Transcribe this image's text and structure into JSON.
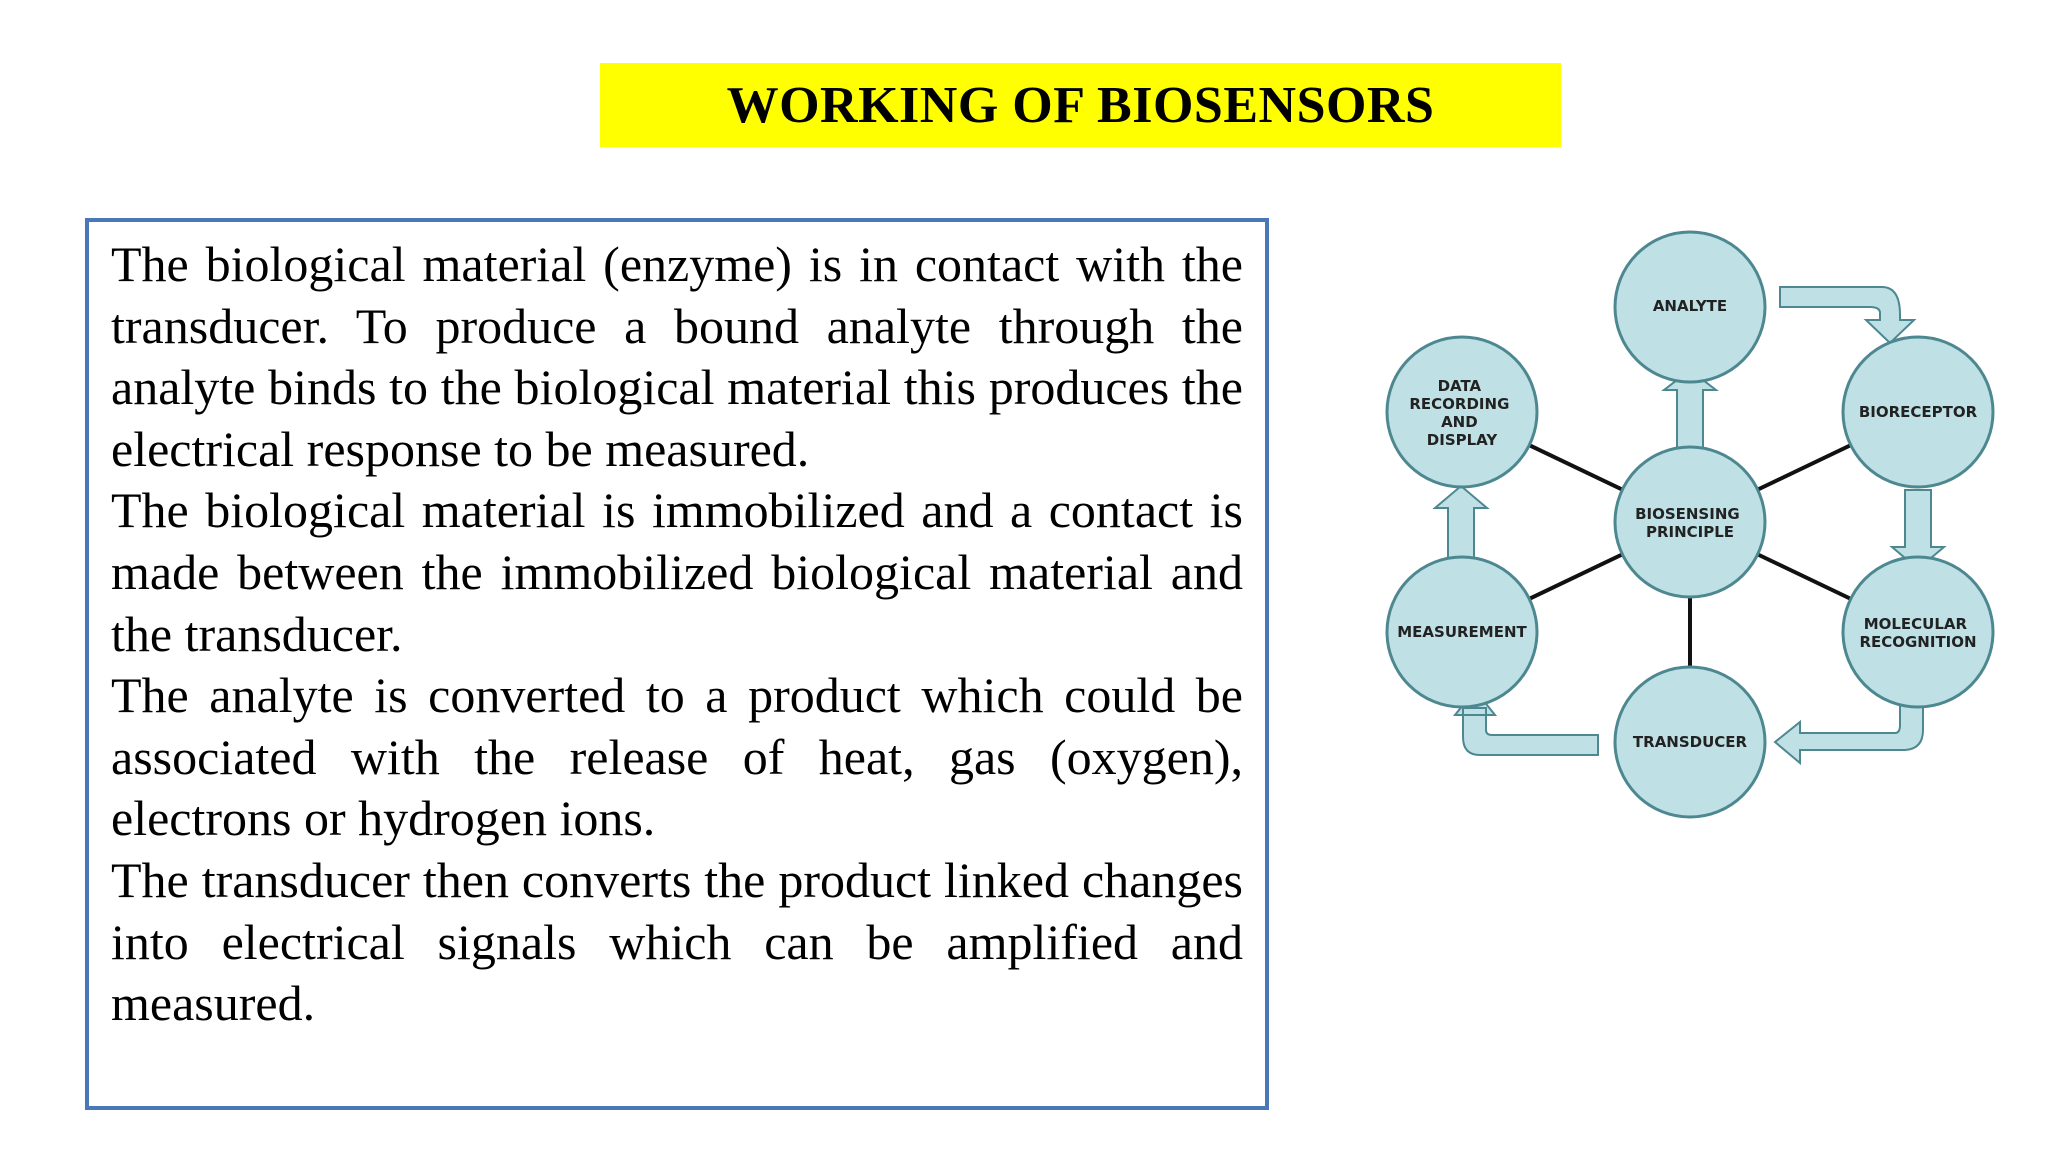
{
  "title": "WORKING OF BIOSENSORS",
  "paragraphs": [
    "The biological material (enzyme) is in contact with the transducer. To produce a bound analyte through the analyte binds to the biological material this produces the electrical response to be measured.",
    "The biological material is immobilized and a contact is made between the immobilized biological material and the transducer.",
    "The analyte is converted to a product which could be associated with the release of heat, gas (oxygen), electrons or hydrogen ions.",
    "The transducer then converts the product linked changes into electrical signals which can be amplified and measured."
  ],
  "diagram": {
    "center": [
      "BIOSENSING",
      "PRINCIPLE"
    ],
    "analyte": [
      "ANALYTE"
    ],
    "bioreceptor": [
      "BIORECEPTOR"
    ],
    "molecular_recognition": [
      "MOLECULAR",
      "RECOGNITION"
    ],
    "transducer": [
      "TRANSDUCER"
    ],
    "measurement": [
      "MEASUREMENT"
    ],
    "data_recording": [
      "DATA",
      "RECORDING",
      "AND",
      "DISPLAY"
    ]
  },
  "colors": {
    "title_bg": "#ffff00",
    "box_border": "#4a77b8",
    "node_fill": "#bfe1e6",
    "node_stroke": "#4d8790"
  }
}
